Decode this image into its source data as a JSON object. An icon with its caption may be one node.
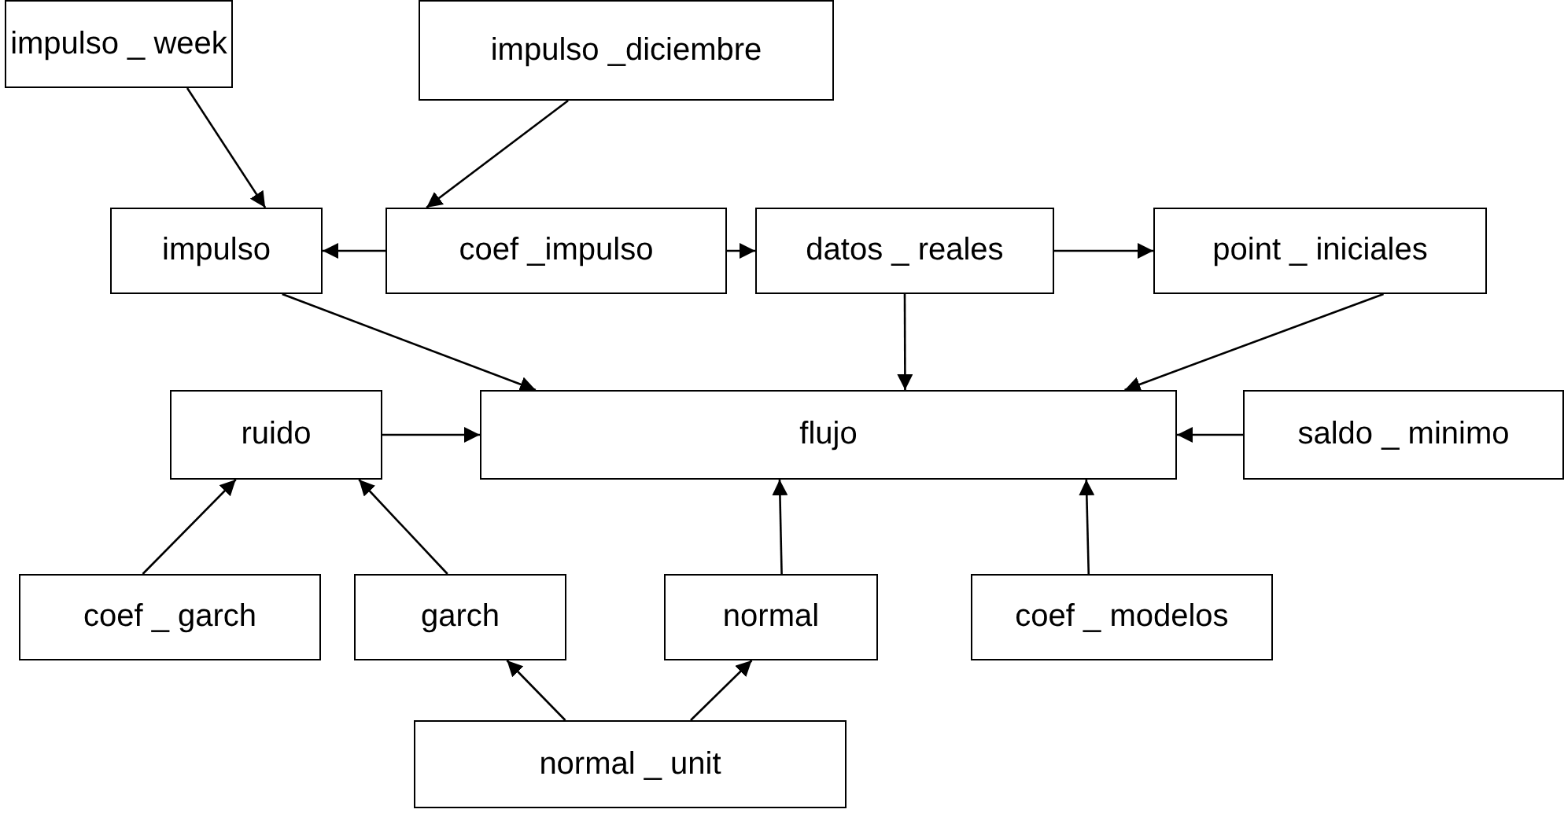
{
  "diagram": {
    "nodes": [
      {
        "text": [
          "impulso _ week"
        ]
      },
      {
        "text": [
          "impulso _diciembre"
        ]
      },
      {
        "text": [
          "impulso"
        ]
      },
      {
        "text": [
          "coef _impulso"
        ]
      },
      {
        "text": [
          "datos _ reales"
        ]
      },
      {
        "text": [
          "point _ iniciales"
        ]
      },
      {
        "text": [
          "ruido"
        ]
      },
      {
        "text": [
          "flujo"
        ]
      },
      {
        "text": [
          "saldo _ minimo"
        ]
      },
      {
        "text": [
          "coef _ garch"
        ]
      },
      {
        "text": [
          "garch"
        ]
      },
      {
        "text": [
          "normal"
        ]
      },
      {
        "text": [
          "coef _ modelos"
        ]
      },
      {
        "text": [
          "normal _ unit"
        ]
      }
    ],
    "edges": [
      {
        "from": 0,
        "to": 2,
        "arrow": "to"
      },
      {
        "from": 1,
        "to": 3,
        "arrow": "to"
      },
      {
        "from": 3,
        "to": 2,
        "arrow": "to"
      },
      {
        "from": 3,
        "to": 4,
        "arrow": "to"
      },
      {
        "from": 4,
        "to": 5,
        "arrow": "to"
      },
      {
        "from": 2,
        "to": 7,
        "arrow": "to"
      },
      {
        "from": 4,
        "to": 7,
        "arrow": "to"
      },
      {
        "from": 5,
        "to": 7,
        "arrow": "to"
      },
      {
        "from": 6,
        "to": 7,
        "arrow": "to"
      },
      {
        "from": 8,
        "to": 7,
        "arrow": "to"
      },
      {
        "from": 9,
        "to": 6,
        "arrow": "to"
      },
      {
        "from": 10,
        "to": 6,
        "arrow": "to"
      },
      {
        "from": 11,
        "to": 7,
        "arrow": "to"
      },
      {
        "from": 12,
        "to": 7,
        "arrow": "to"
      },
      {
        "from": 13,
        "to": 10,
        "arrow": "to"
      },
      {
        "from": 13,
        "to": 11,
        "arrow": "to"
      }
    ]
  }
}
